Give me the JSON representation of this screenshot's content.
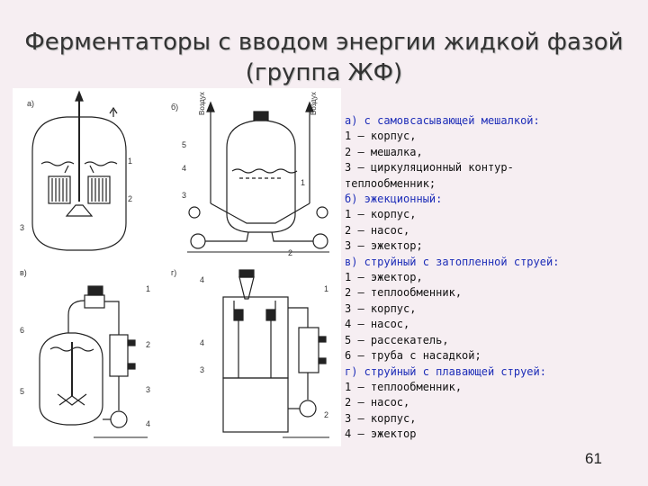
{
  "title": {
    "line1": "Ферментаторы с вводом энергии жидкой фазой",
    "line2": "(группа ЖФ)"
  },
  "figure": {
    "panel_a_label": "а)",
    "panel_b_label": "б)",
    "panel_v_label": "в)",
    "panel_g_label": "г)",
    "air_label": "Воздух",
    "a_nums": [
      "1",
      "2",
      "3"
    ],
    "b_nums": [
      "5",
      "4",
      "3",
      "1",
      "2"
    ],
    "v_nums": [
      "1",
      "6",
      "2",
      "3",
      "5",
      "4"
    ],
    "g_nums": [
      "4",
      "1",
      "4",
      "3",
      "2"
    ]
  },
  "legend": {
    "lines": [
      {
        "text": "а) с самовсасывающей мешалкой:",
        "header": true
      },
      {
        "text": "1 – корпус,",
        "header": false
      },
      {
        "text": "2 – мешалка,",
        "header": false
      },
      {
        "text": "3 – циркуляционный контур-",
        "header": false
      },
      {
        "text": "теплообменник;",
        "header": false
      },
      {
        "text": "б) эжекционный:",
        "header": true
      },
      {
        "text": "1 – корпус,",
        "header": false
      },
      {
        "text": "2 – насос,",
        "header": false
      },
      {
        "text": "3 – эжектор;",
        "header": false
      },
      {
        "text": "в) струйный с затопленной струей:",
        "header": true
      },
      {
        "text": "1 – эжектор,",
        "header": false
      },
      {
        "text": "2 – теплообменник,",
        "header": false
      },
      {
        "text": "3 – корпус,",
        "header": false
      },
      {
        "text": "4 – насос,",
        "header": false
      },
      {
        "text": "5 – рассекатель,",
        "header": false
      },
      {
        "text": "6 – труба с насадкой;",
        "header": false
      },
      {
        "text": "г) струйный с плавающей струей:",
        "header": true
      },
      {
        "text": "1 – теплообменник,",
        "header": false
      },
      {
        "text": "2 – насос,",
        "header": false
      },
      {
        "text": "3 – корпус,",
        "header": false
      },
      {
        "text": "4 – эжектор",
        "header": false
      }
    ]
  },
  "page_number": "61"
}
